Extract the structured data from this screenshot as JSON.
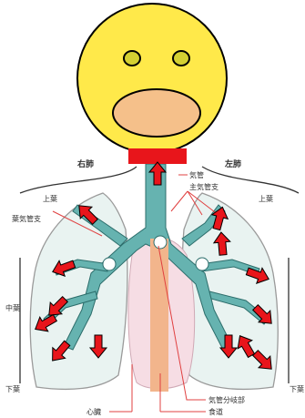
{
  "colors": {
    "face": "#ffe94a",
    "eye": "#d4d032",
    "mouth": "#f5c08a",
    "trachea_band": "#e8151b",
    "lung_fill": "#e9f3f1",
    "bronchi": "#66b3b0",
    "heart": "#f6dde4",
    "esophagus": "#f2b58c",
    "leader_line": "#e04040",
    "arrow": "#e8151b"
  },
  "icons": {
    "face": "smiley-face-icon",
    "arrow": "red-airflow-arrow-icon"
  },
  "labels": {
    "right_lung": "右肺",
    "left_lung": "左肺",
    "trachea": "気管",
    "main_bronchus": "主気管支",
    "upper_lobe_right": "上葉",
    "upper_lobe_left": "上葉",
    "lobar_bronchus": "葉気管支",
    "middle_lobe": "中葉",
    "lower_lobe_right": "下葉",
    "lower_lobe_left": "下葉",
    "carina": "気管分岐部",
    "heart": "心臓",
    "esophagus": "食道"
  },
  "airflow_arrows": 14
}
